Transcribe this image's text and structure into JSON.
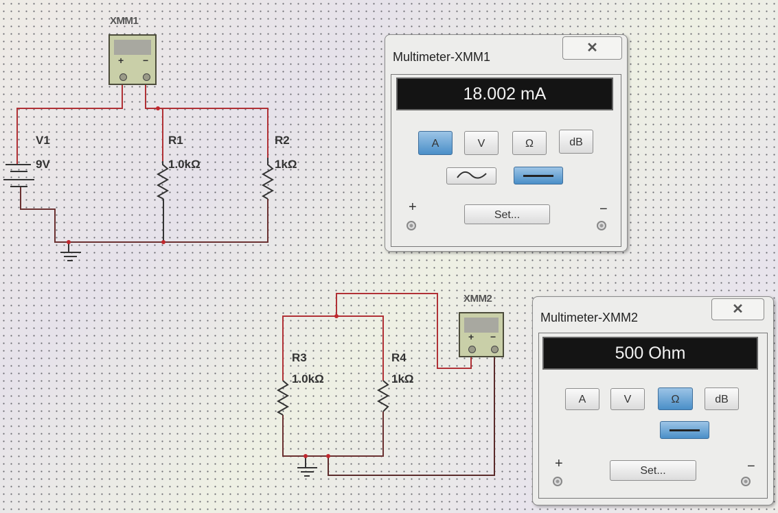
{
  "circuit1": {
    "meter_ref": "XMM1",
    "source": {
      "ref": "V1",
      "value": "9V"
    },
    "r1": {
      "ref": "R1",
      "value": "1.0kΩ"
    },
    "r2": {
      "ref": "R2",
      "value": "1kΩ"
    }
  },
  "circuit2": {
    "meter_ref": "XMM2",
    "r3": {
      "ref": "R3",
      "value": "1.0kΩ"
    },
    "r4": {
      "ref": "R4",
      "value": "1kΩ"
    }
  },
  "meter_symbols": {
    "plus": "+",
    "minus": "−"
  },
  "multimeter1": {
    "title": "Multimeter-XMM1",
    "close": "✕",
    "reading": "18.002 mA",
    "modes": [
      "A",
      "V",
      "Ω",
      "dB"
    ],
    "active_mode": "A",
    "coupling": "DC",
    "set_label": "Set...",
    "plus": "+",
    "minus": "−"
  },
  "multimeter2": {
    "title": "Multimeter-XMM2",
    "close": "✕",
    "reading": "500 Ohm",
    "modes": [
      "A",
      "V",
      "Ω",
      "dB"
    ],
    "active_mode": "Ω",
    "coupling": "DC",
    "set_label": "Set...",
    "plus": "+",
    "minus": "−"
  },
  "colors": {
    "wire": "#c0282e",
    "wire_dark": "#5a2a2a",
    "active_button": "#4a8fc8"
  }
}
